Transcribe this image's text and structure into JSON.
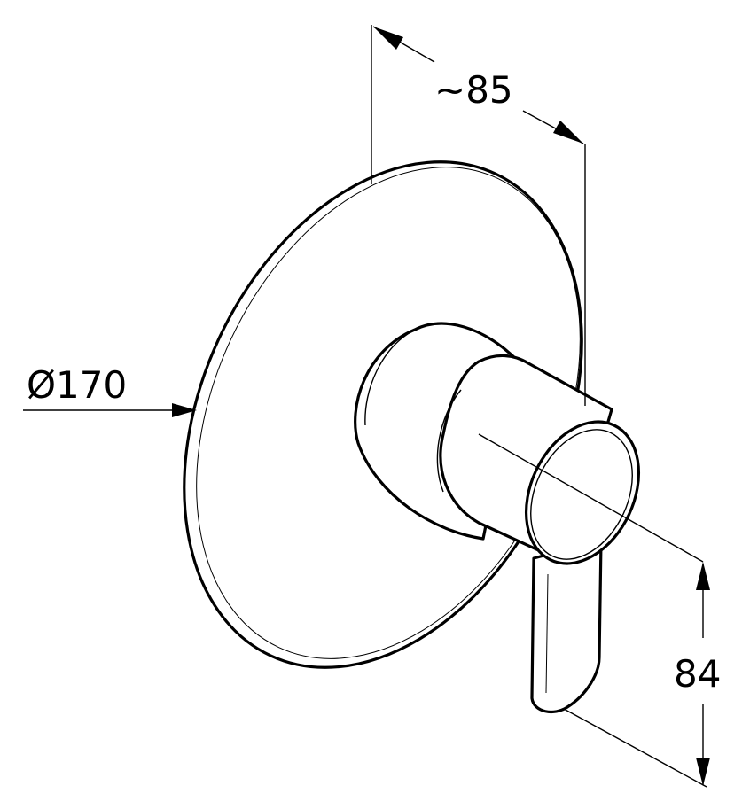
{
  "dimensions": {
    "depth": {
      "label": "~85"
    },
    "diameter": {
      "label": "Ø170"
    },
    "lever_height": {
      "label": "84"
    }
  }
}
